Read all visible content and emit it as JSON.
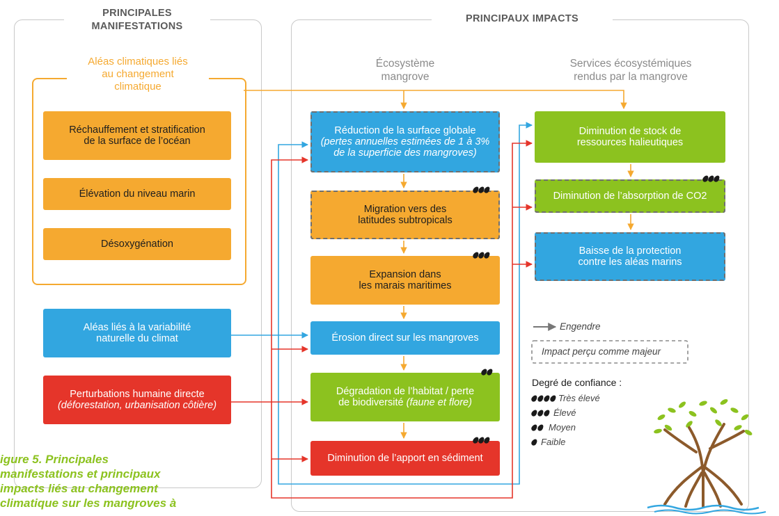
{
  "left_panel": {
    "title_line1": "PRINCIPALES",
    "title_line2": "MANIFESTATIONS"
  },
  "right_panel": {
    "title": "PRINCIPAUX IMPACTS"
  },
  "climate_hazards": {
    "title_line1": "Aléas climatiques liés",
    "title_line2": "au changement",
    "title_line3": "climatique",
    "items": [
      {
        "line1": "Réchauffement et stratification",
        "line2": "de la surface de l’océan"
      },
      {
        "line1": "Élévation du niveau marin"
      },
      {
        "line1": "Désoxygénation"
      }
    ]
  },
  "natural_variability": {
    "line1": "Aléas liés à la variabilité",
    "line2": "naturelle du climat"
  },
  "human_disturbance": {
    "line1": "Perturbations humaine directe",
    "line2": "(déforestation, urbanisation côtière)"
  },
  "ecosystem_header": {
    "line1": "Écosystème",
    "line2": "mangrove"
  },
  "services_header": {
    "line1": "Services écosystémiques",
    "line2": "rendus par la mangrove"
  },
  "ecosystem_impacts": [
    {
      "line1": "Réduction de la surface globale",
      "line2": "(pertes annuelles estimées de 1 à 3%",
      "line3": "de la superficie des mangroves)"
    },
    {
      "line1": "Migration vers des",
      "line2": "latitudes subtropicals",
      "confidence": 3
    },
    {
      "line1": "Expansion dans",
      "line2": "les marais maritimes",
      "confidence": 3
    },
    {
      "line1": "Érosion direct sur les mangroves"
    },
    {
      "line1": "Dégradation de l’habitat / perte",
      "line2a": "de biodiversité ",
      "line2b": "(faune et flore)",
      "confidence": 2
    },
    {
      "line1": "Diminution de l’apport en sédiment",
      "confidence": 3
    }
  ],
  "service_impacts": [
    {
      "line1": "Diminution de stock de",
      "line2": "ressources halieutiques"
    },
    {
      "line1": "Diminution de l’absorption de CO2",
      "confidence": 3
    },
    {
      "line1": "Baisse de la protection",
      "line2": "contre les aléas marins"
    }
  ],
  "legend": {
    "engendre": "Engendre",
    "impact_majeur": "Impact perçu comme majeur",
    "confidence_title": "Degré de confiance :",
    "levels": [
      "Très élevé",
      "Élevé",
      "Moyen",
      "Faible"
    ]
  },
  "caption": {
    "line1": "igure 5. Principales",
    "line2": "manifestations et principaux",
    "line3": "impacts liés au changement",
    "line4": "climatique sur les mangroves à"
  },
  "colors": {
    "orange": "#f5a930",
    "blue": "#32a6e0",
    "green": "#8cc21f",
    "red": "#e5352a",
    "grey_text": "#8a8a8a"
  }
}
